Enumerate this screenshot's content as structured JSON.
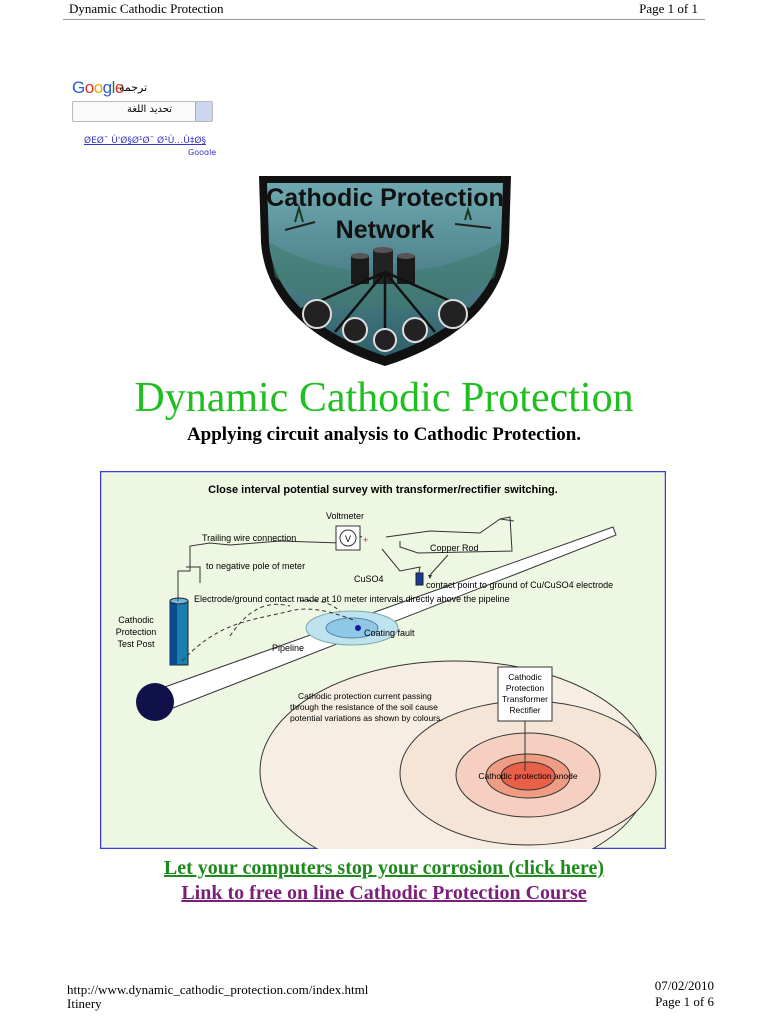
{
  "header": {
    "title": "Dynamic Cathodic Protection",
    "page": "Page 1 of 1"
  },
  "translate": {
    "logo": [
      "G",
      "o",
      "o",
      "g",
      "l",
      "e"
    ],
    "translate_label": "ترجمة",
    "language_select": "تحديد اللغة",
    "garbled_link": "ØЕØ¯ Ù'Ø§Ø¹Ø¯ Ø¹Ù…Ù‡Ø§",
    "powered_by": "Google"
  },
  "logo": {
    "line1": "Cathodic Protection",
    "line2": "Network"
  },
  "title": "Dynamic Cathodic Protection",
  "subtitle": "Applying circuit analysis to Cathodic Protection.",
  "diagram": {
    "heading": "Close interval potential survey with transformer/rectifier switching.",
    "voltmeter": "Voltmeter",
    "voltmeter_symbol": "V",
    "plus": "+",
    "trailing_wire": "Trailing wire connection",
    "negative_pole": "to negative pole of meter",
    "copper_rod": "Copper Rod",
    "cuso4": "CuSO4",
    "contact_point": "contact point to ground of Cu/CuSO4 electrode",
    "electrode_contact": "Electrode/ground contact made at 10 meter intervals  directly above the pipeline",
    "test_post": [
      "Cathodic",
      "Protection",
      "Test Post"
    ],
    "pipeline": "Pipeline",
    "coating_fault": "Coating fault",
    "current": [
      "Cathodic protection current passing",
      "through the resistance of the soil cause",
      "potential variations as shown by colours."
    ],
    "rectifier": [
      "Cathodic",
      "Protection",
      "Transformer",
      "Rectifier"
    ],
    "anode": "Cathodic protection anode"
  },
  "links": {
    "computers": "Let your computers stop your corrosion (click here)",
    "course": "Link to free on line Cathodic Protection Course"
  },
  "footer": {
    "url": "http://www.dynamic_cathodic_protection.com/index.html",
    "itinery": "Itinery",
    "date": "07/02/2010",
    "page": "Page 1 of 6"
  },
  "colors": {
    "title": "#1fbf1f",
    "link1": "#1e8a1e",
    "link2": "#7a1f7a",
    "diagram_bg": "#eef7e2",
    "diagram_border": "#3b3bd6"
  }
}
